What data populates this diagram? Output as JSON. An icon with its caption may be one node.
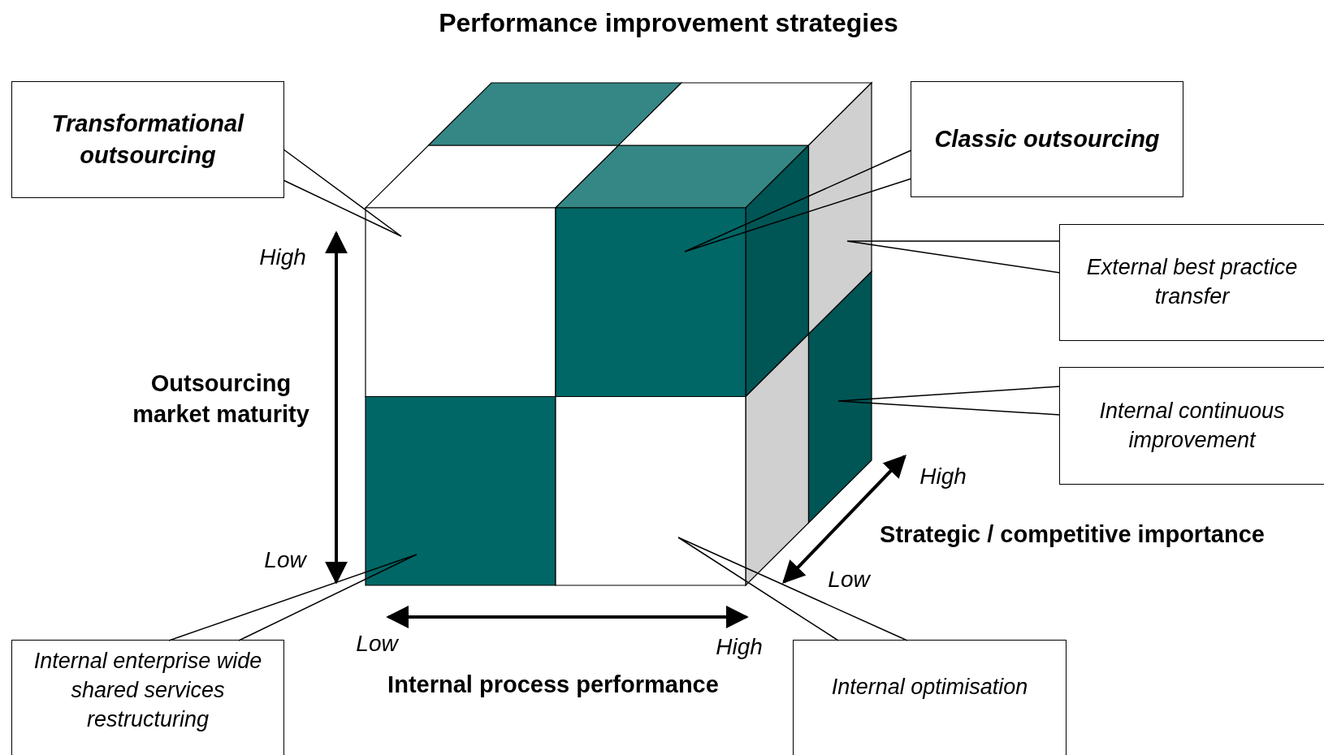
{
  "diagram": {
    "title": "Performance improvement strategies",
    "nodes": [
      {
        "text": [
          "Transformational outsourcing"
        ]
      },
      {
        "text": [
          "Classic outsourcing"
        ]
      },
      {
        "text": [
          "External best practice transfer"
        ]
      },
      {
        "text": [
          "Internal continuous improvement"
        ]
      },
      {
        "text": [
          "Internal enterprise wide shared services restructuring"
        ]
      },
      {
        "text": [
          "Internal optimisation"
        ]
      }
    ],
    "edges": [
      {
        "from": 0,
        "to": null,
        "arrow": "none"
      },
      {
        "from": 1,
        "to": null,
        "arrow": "none"
      },
      {
        "from": 2,
        "to": null,
        "arrow": "none"
      },
      {
        "from": 3,
        "to": null,
        "arrow": "none"
      },
      {
        "from": 4,
        "to": null,
        "arrow": "none"
      },
      {
        "from": 5,
        "to": null,
        "arrow": "none"
      }
    ],
    "labels": [
      "High",
      "Outsourcing market maturity",
      "Low",
      "High",
      "Strategic / competitive importance",
      "Low",
      "Low",
      "High",
      "Internal process performance"
    ]
  }
}
